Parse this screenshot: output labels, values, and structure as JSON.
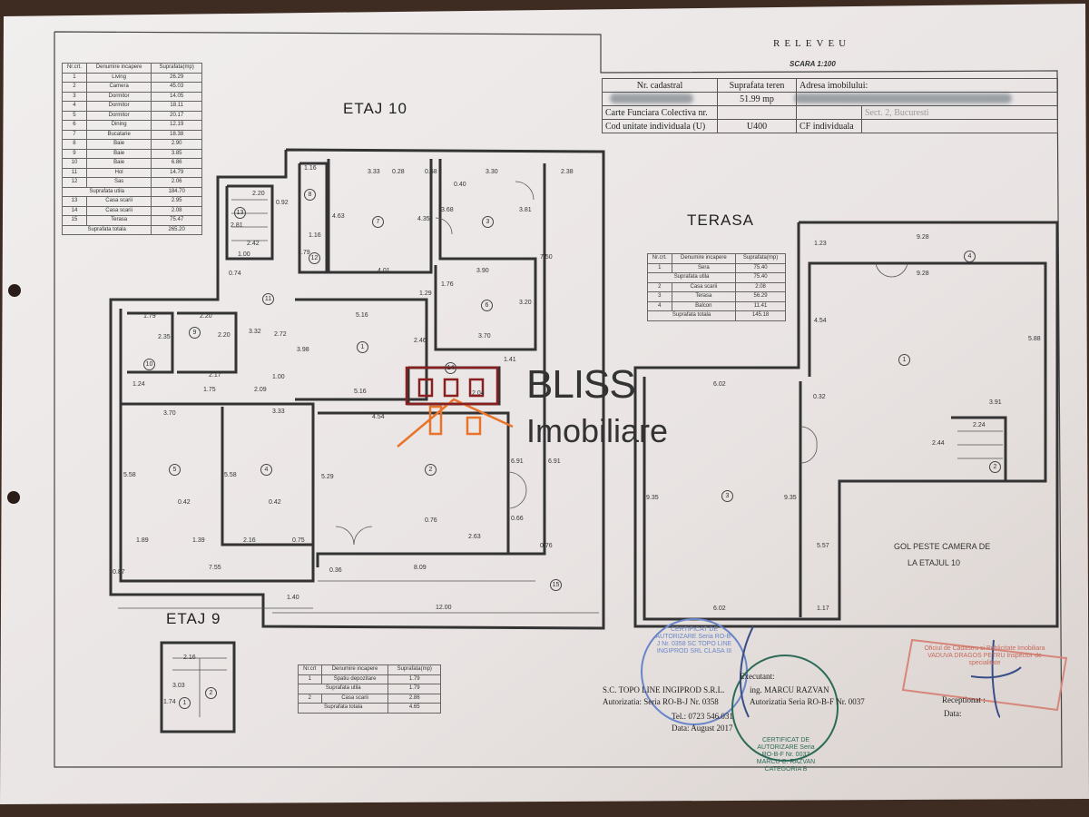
{
  "document": {
    "title": "RELEVEU",
    "scale": "SCARA 1:100"
  },
  "info_table": {
    "nr_cadastral_label": "Nr. cadastral",
    "suprafata_teren_label": "Suprafata teren",
    "suprafata_teren_value": "51.99 mp",
    "adresa_label": "Adresa imobilului:",
    "adresa_partial": "Sect. 2, Bucuresti",
    "carte_funciara_label": "Carte Funciara Colectiva nr.",
    "cod_unitate_label": "Cod unitate individuala (U)",
    "cod_unitate_value": "U400",
    "cf_individuala_label": "CF individuala"
  },
  "labels": {
    "etaj10": "ETAJ 10",
    "terasa": "TERASA",
    "etaj9": "ETAJ 9",
    "gol_line1": "GOL PESTE CAMERA DE",
    "gol_line2": "LA ETAJUL 10"
  },
  "watermark": {
    "line1": "BLISS",
    "line2": "Imobiliare",
    "color": "#e8742c"
  },
  "table_etaj10": {
    "headers": [
      "Nr.crt.",
      "Denumire incapere",
      "Suprafata(mp)"
    ],
    "rows": [
      [
        "1",
        "Living",
        "26.29"
      ],
      [
        "2",
        "Camera",
        "45.03"
      ],
      [
        "3",
        "Dormitor",
        "14.05"
      ],
      [
        "4",
        "Dormitor",
        "18.11"
      ],
      [
        "5",
        "Dormitor",
        "20.17"
      ],
      [
        "6",
        "Dining",
        "12.19"
      ],
      [
        "7",
        "Bucatarie",
        "18.38"
      ],
      [
        "8",
        "Baie",
        "2.90"
      ],
      [
        "9",
        "Baie",
        "3.85"
      ],
      [
        "10",
        "Baie",
        "6.86"
      ],
      [
        "11",
        "Hol",
        "14.79"
      ],
      [
        "12",
        "Sas",
        "2.06"
      ]
    ],
    "util_label": "Suprafata utila",
    "util_value": "184.70",
    "rows2": [
      [
        "13",
        "Casa scarii",
        "2.95"
      ],
      [
        "14",
        "Casa scarii",
        "2.08"
      ],
      [
        "15",
        "Terasa",
        "75.47"
      ]
    ],
    "total_label": "Suprafata totala",
    "total_value": "265.20"
  },
  "table_terasa": {
    "headers": [
      "Nr.crt.",
      "Denumire incapere",
      "Suprafata(mp)"
    ],
    "rows": [
      [
        "1",
        "Sera",
        "75.40"
      ]
    ],
    "util_label": "Suprafata utila",
    "util_value": "75.40",
    "rows2": [
      [
        "2",
        "Casa scarii",
        "2.08"
      ],
      [
        "3",
        "Terasa",
        "56.29"
      ],
      [
        "4",
        "Balcon",
        "11.41"
      ]
    ],
    "total_label": "Suprafata totala",
    "total_value": "145.18"
  },
  "table_etaj9": {
    "headers": [
      "Nr.crt",
      "Denumire incapere",
      "Suprafata(mp)"
    ],
    "rows": [
      [
        "1",
        "Spatiu depozitare",
        "1.79"
      ]
    ],
    "util_label": "Suprafata utila",
    "util_value": "1.79",
    "rows2": [
      [
        "2",
        "Casa scarii",
        "2.86"
      ]
    ],
    "total_label": "Suprafata totala",
    "total_value": "4.65"
  },
  "footer": {
    "company": "S.C. TOPO LINE INGIPROD S.R.L.",
    "authorization": "Autorizatia: Seria RO-B-J Nr. 0358",
    "executant_label": "Executant:",
    "engineer": "ing. MARCU RAZVAN",
    "eng_authorization": "Autorizatia Seria RO-B-F Nr. 0037",
    "phone": "Tel.: 0723 546.031",
    "date": "Data: August 2017",
    "receptionat_label": "Receptionat :",
    "data_label": "Data:",
    "stamp1": "CERTIFICAT DE AUTORIZARE Seria RO-B-J Nr. 0358 SC TOPO LINE INGIPROD SRL CLASA III",
    "stamp2": "CERTIFICAT DE AUTORIZARE Seria RO-B-F Nr. 0037 MARCU C. RAZVAN CATEGORIA B",
    "stamp3": "Oficiul de Cadastru si Publicitate Imobiliara VADUVA DRAGOS PETRU Inspector de specialitate"
  },
  "room_numbers": [
    "1",
    "2",
    "3",
    "4",
    "5",
    "6",
    "7",
    "8",
    "9",
    "10",
    "11",
    "12",
    "13",
    "14",
    "15",
    "1",
    "2",
    "3",
    "4",
    "1",
    "2"
  ],
  "dims": [
    "1.16",
    "3.33",
    "0.28",
    "0.68",
    "3.30",
    "2.38",
    "0.40",
    "4.63",
    "4.35",
    "3.68",
    "3.81",
    "2.20",
    "0.92",
    "2.81",
    "1.00",
    "2.42",
    "1.16",
    "1.79",
    "4.01",
    "3.90",
    "7.50",
    "0.74",
    "1.29",
    "1.76",
    "3.20",
    "1.79",
    "2.20",
    "2.35",
    "2.20",
    "3.32",
    "2.72",
    "5.16",
    "3.98",
    "2.46",
    "3.70",
    "1.41",
    "1.24",
    "2.17",
    "1.75",
    "2.09",
    "1.00",
    "5.16",
    "2.04",
    "3.70",
    "3.33",
    "4.54",
    "5.58",
    "5.58",
    "5.29",
    "6.91",
    "6.91",
    "0.42",
    "0.42",
    "0.76",
    "1.89",
    "1.39",
    "2.16",
    "0.75",
    "2.63",
    "0.66",
    "0.87",
    "7.55",
    "8.09",
    "0.36",
    "0.76",
    "1.40",
    "12.00",
    "9.28",
    "9.28",
    "1.23",
    "4.54",
    "5.88",
    "6.02",
    "0.32",
    "3.91",
    "2.24",
    "2.44",
    "9.35",
    "9.35",
    "5.57",
    "6.02",
    "1.17",
    "2.16",
    "3.03",
    "1.74"
  ]
}
